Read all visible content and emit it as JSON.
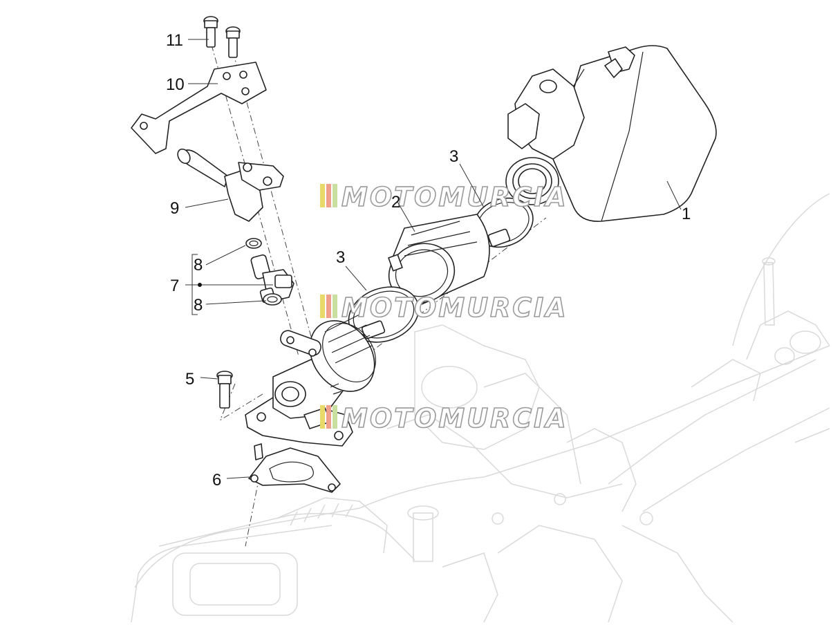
{
  "callouts": {
    "c1": "1",
    "c2": "2",
    "c3a": "3",
    "c3b": "3",
    "c5": "5",
    "c6": "6",
    "c7": "7",
    "c8a": "8",
    "c8b": "8",
    "c9": "9",
    "c10": "10",
    "c11": "11"
  },
  "watermark": {
    "text": "MOTOMURCIA",
    "stripe_colors": [
      "#e9d86a",
      "#f0a08a",
      "#c9dfa0"
    ]
  }
}
